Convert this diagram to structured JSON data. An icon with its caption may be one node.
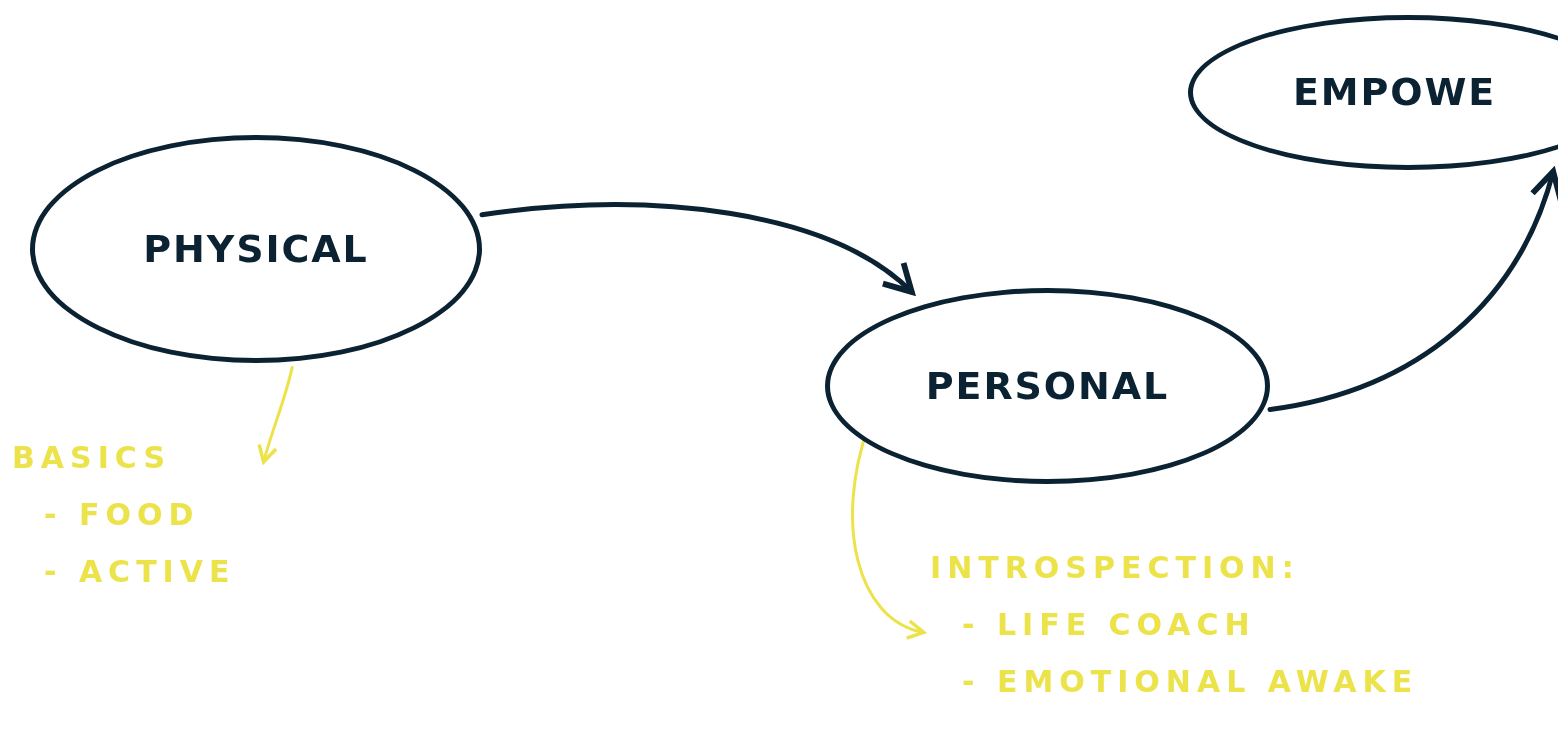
{
  "diagram": {
    "nodes": [
      {
        "text": [
          "PHYSICAL"
        ]
      },
      {
        "text": [
          "PERSONAL"
        ]
      },
      {
        "text": [
          "EMPOWE"
        ]
      },
      {
        "text": [
          "BASICS",
          "- FOOD",
          "- ACTIVE"
        ]
      },
      {
        "text": [
          "INTROSPECTION:",
          "- LIFE COACH",
          "- EMOTIONAL AWAKE"
        ]
      }
    ],
    "edges": [
      {
        "from": 0,
        "to": 1,
        "arrow": "to"
      },
      {
        "from": 1,
        "to": 2,
        "arrow": "to"
      },
      {
        "from": 0,
        "to": 3,
        "arrow": "to",
        "color": "#ece24a"
      },
      {
        "from": 1,
        "to": 4,
        "arrow": "to",
        "color": "#ece24a"
      }
    ]
  }
}
